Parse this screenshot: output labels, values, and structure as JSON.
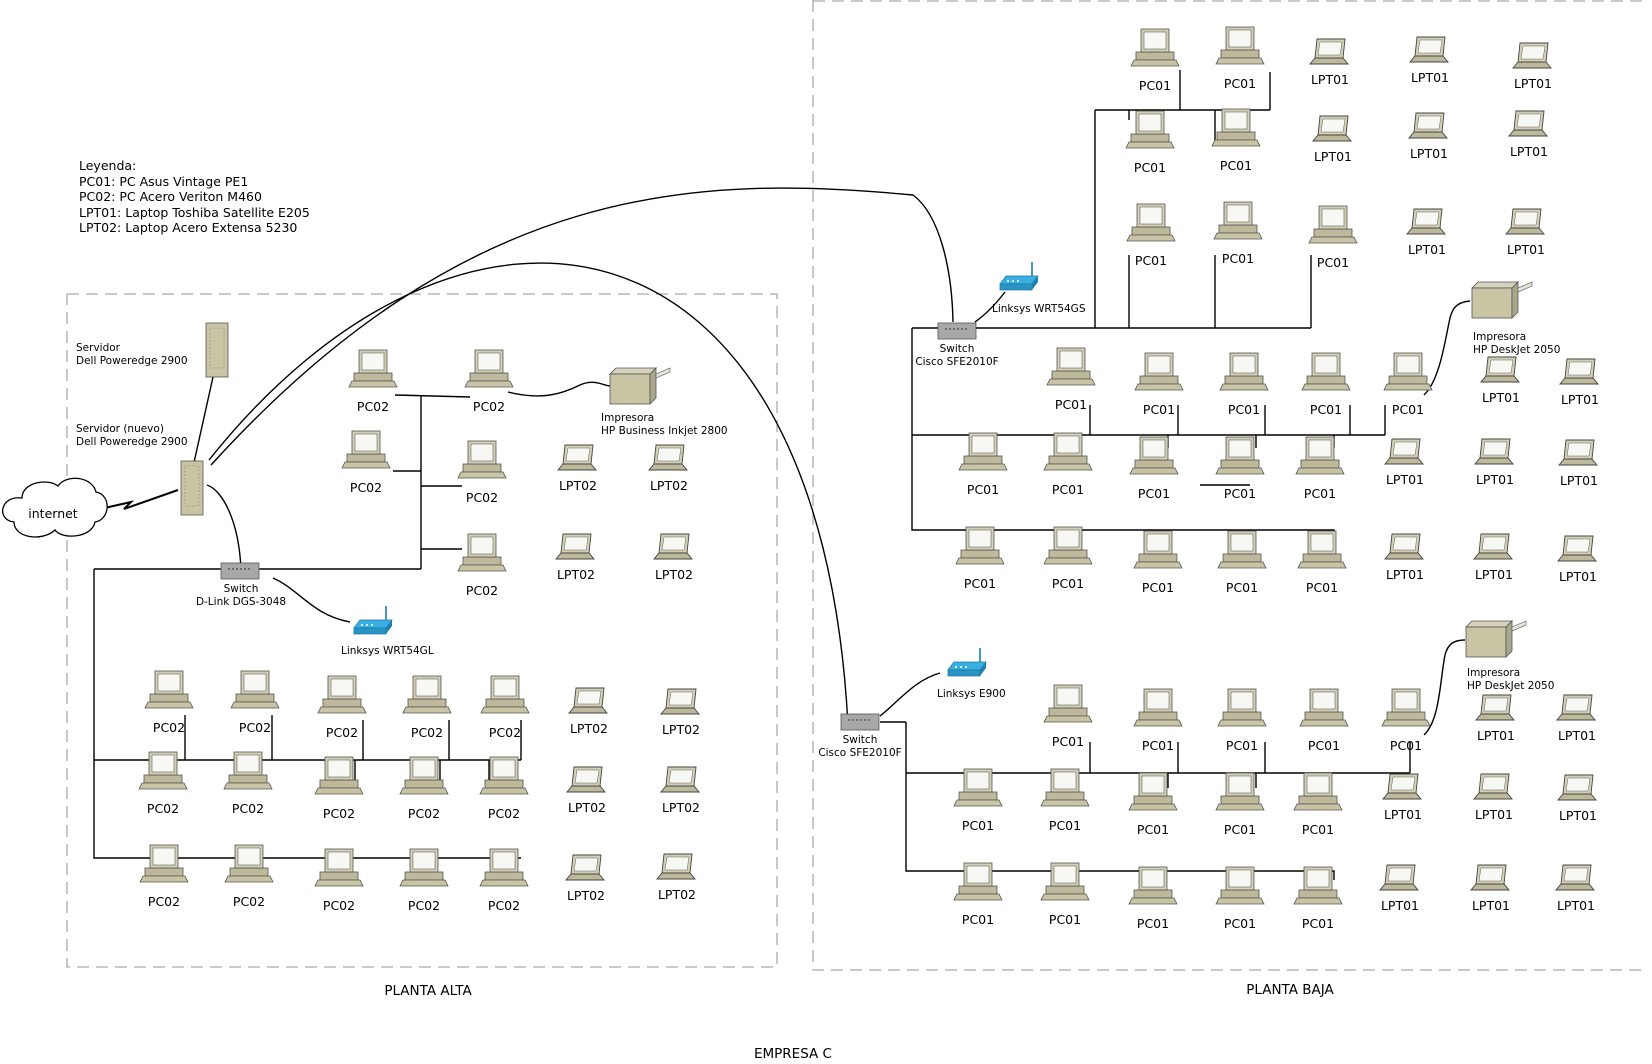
{
  "legend": {
    "title": "Leyenda:",
    "items": [
      "PC01: PC Asus Vintage PE1",
      "PC02: PC Acero Veriton M460",
      "LPT01: Laptop Toshiba Satellite E205",
      "LPT02: Laptop Acero Extensa 5230"
    ]
  },
  "zones": {
    "alta": "PLANTA ALTA",
    "baja": "PLANTA BAJA"
  },
  "company": "EMPRESA C",
  "internet": "internet",
  "servers": {
    "old": [
      "Servidor",
      "Dell Poweredge 2900"
    ],
    "new": [
      "Servidor (nuevo)",
      "Dell Poweredge 2900"
    ]
  },
  "switches": {
    "dlink": [
      "Switch",
      "D-Link DGS-3048"
    ],
    "cisco_top": [
      "Switch",
      "Cisco SFE2010F"
    ],
    "cisco_bottom": [
      "Switch",
      "Cisco SFE2010F"
    ]
  },
  "routers": {
    "wrt54gl": "Linksys WRT54GL",
    "wrt54gs": "Linksys WRT54GS",
    "e900": "Linksys E900"
  },
  "printers": {
    "inkjet": [
      "Impresora",
      "HP Business Inkjet 2800"
    ],
    "deskjet_top": [
      "Impresora",
      "HP DeskJet 2050"
    ],
    "deskjet_bottom": [
      "Impresora",
      "HP DeskJet 2050"
    ]
  },
  "device_labels": {
    "pc01": "PC01",
    "pc02": "PC02",
    "lpt01": "LPT01",
    "lpt02": "LPT02"
  },
  "colors": {
    "device": "#c8c4a4",
    "router": "#3aaee0",
    "border": "#aaaaaa"
  }
}
